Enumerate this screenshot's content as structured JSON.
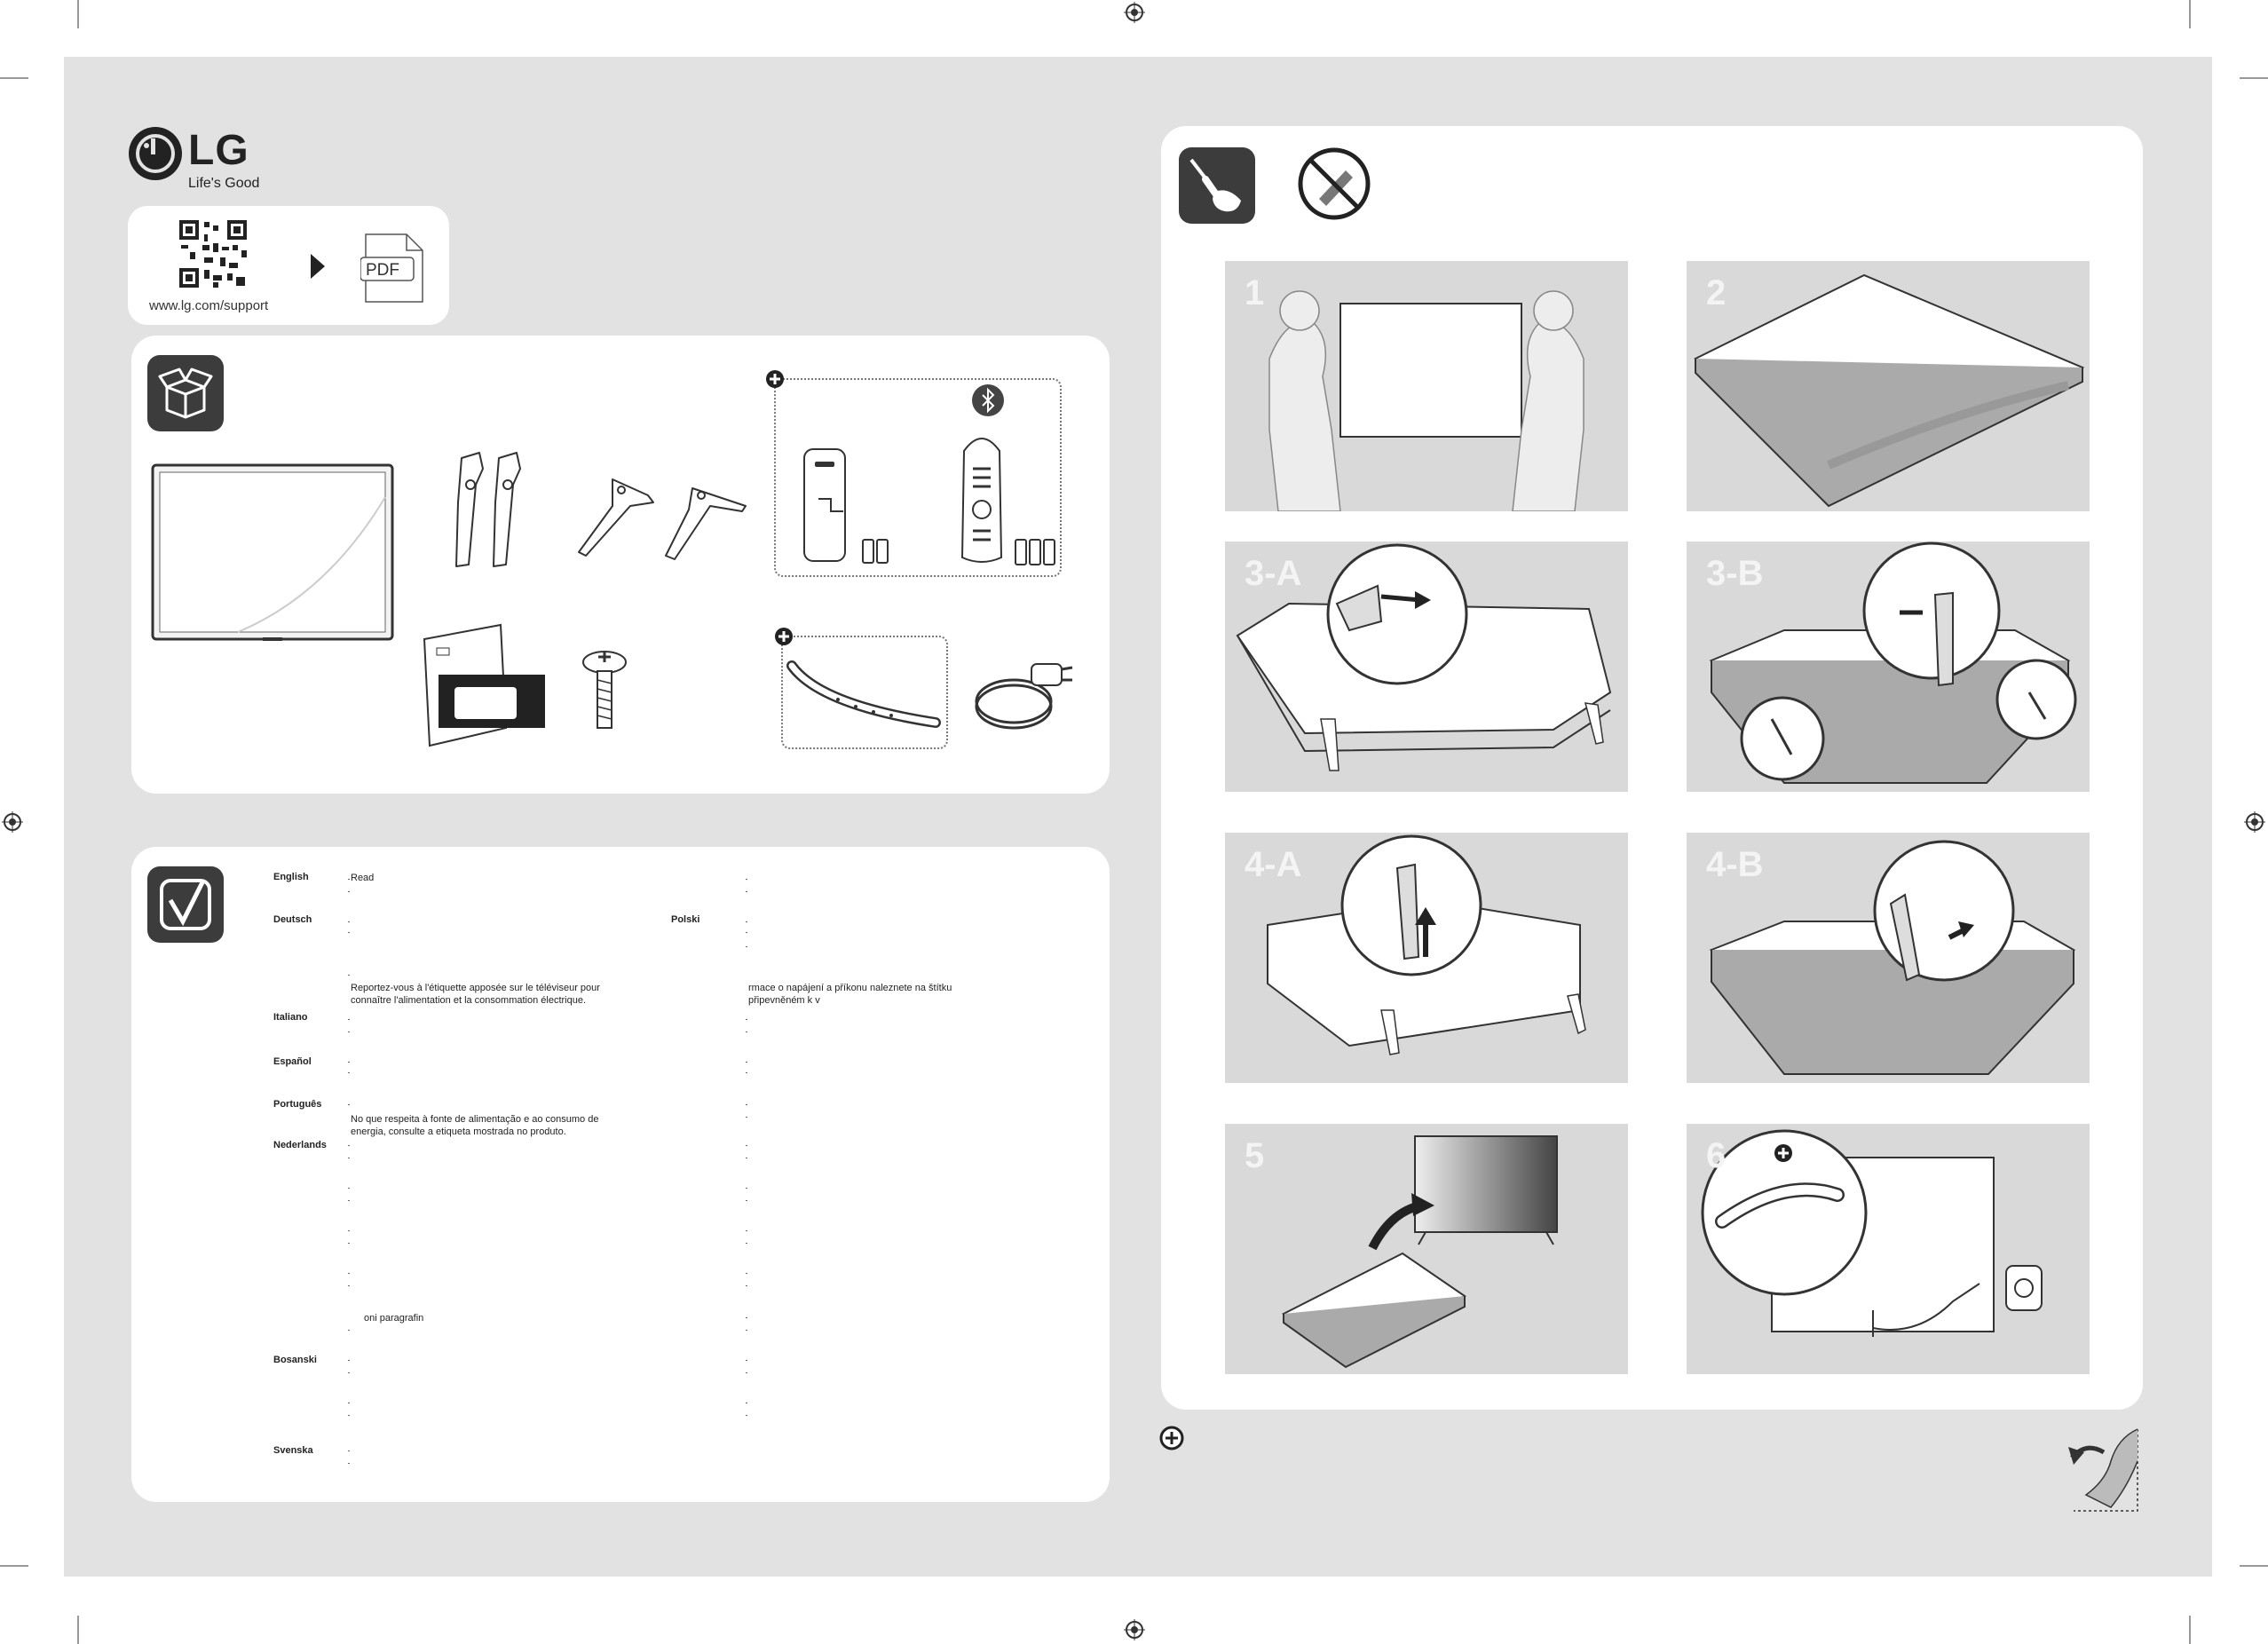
{
  "brand": {
    "logo_text": "LG",
    "tagline": "Life's Good"
  },
  "support": {
    "url": "www.lg.com/support",
    "pdf_label": "PDF"
  },
  "steps": [
    "1",
    "2",
    "3-A",
    "3-B",
    "4-A",
    "4-B",
    "5",
    "6"
  ],
  "languages": {
    "left": [
      "English",
      "Deutsch",
      "Italiano",
      "Español",
      "Português",
      "Nederlands",
      "Bosanski",
      "Svenska"
    ],
    "right": [
      "Polski"
    ]
  },
  "notes": {
    "english": "Read",
    "french": "Reportez-vous à l'étiquette apposée sur le téléviseur pour\nconnaître l'alimentation et la consommation électrique.",
    "portuguese": "No que respeita à fonte de alimentação e ao consumo de\nenergia, consulte a etiqueta mostrada no produto.",
    "italian_fragment": "oni paragrafin",
    "czech": "rmace o napájení a příkonu naleznete na štítku\npřipevněném k v"
  },
  "colors": {
    "sheet": "#e2e2e2",
    "panel": "#ffffff",
    "icon_bg": "#3c3c3c",
    "step_bg": "#d9d9d9"
  }
}
